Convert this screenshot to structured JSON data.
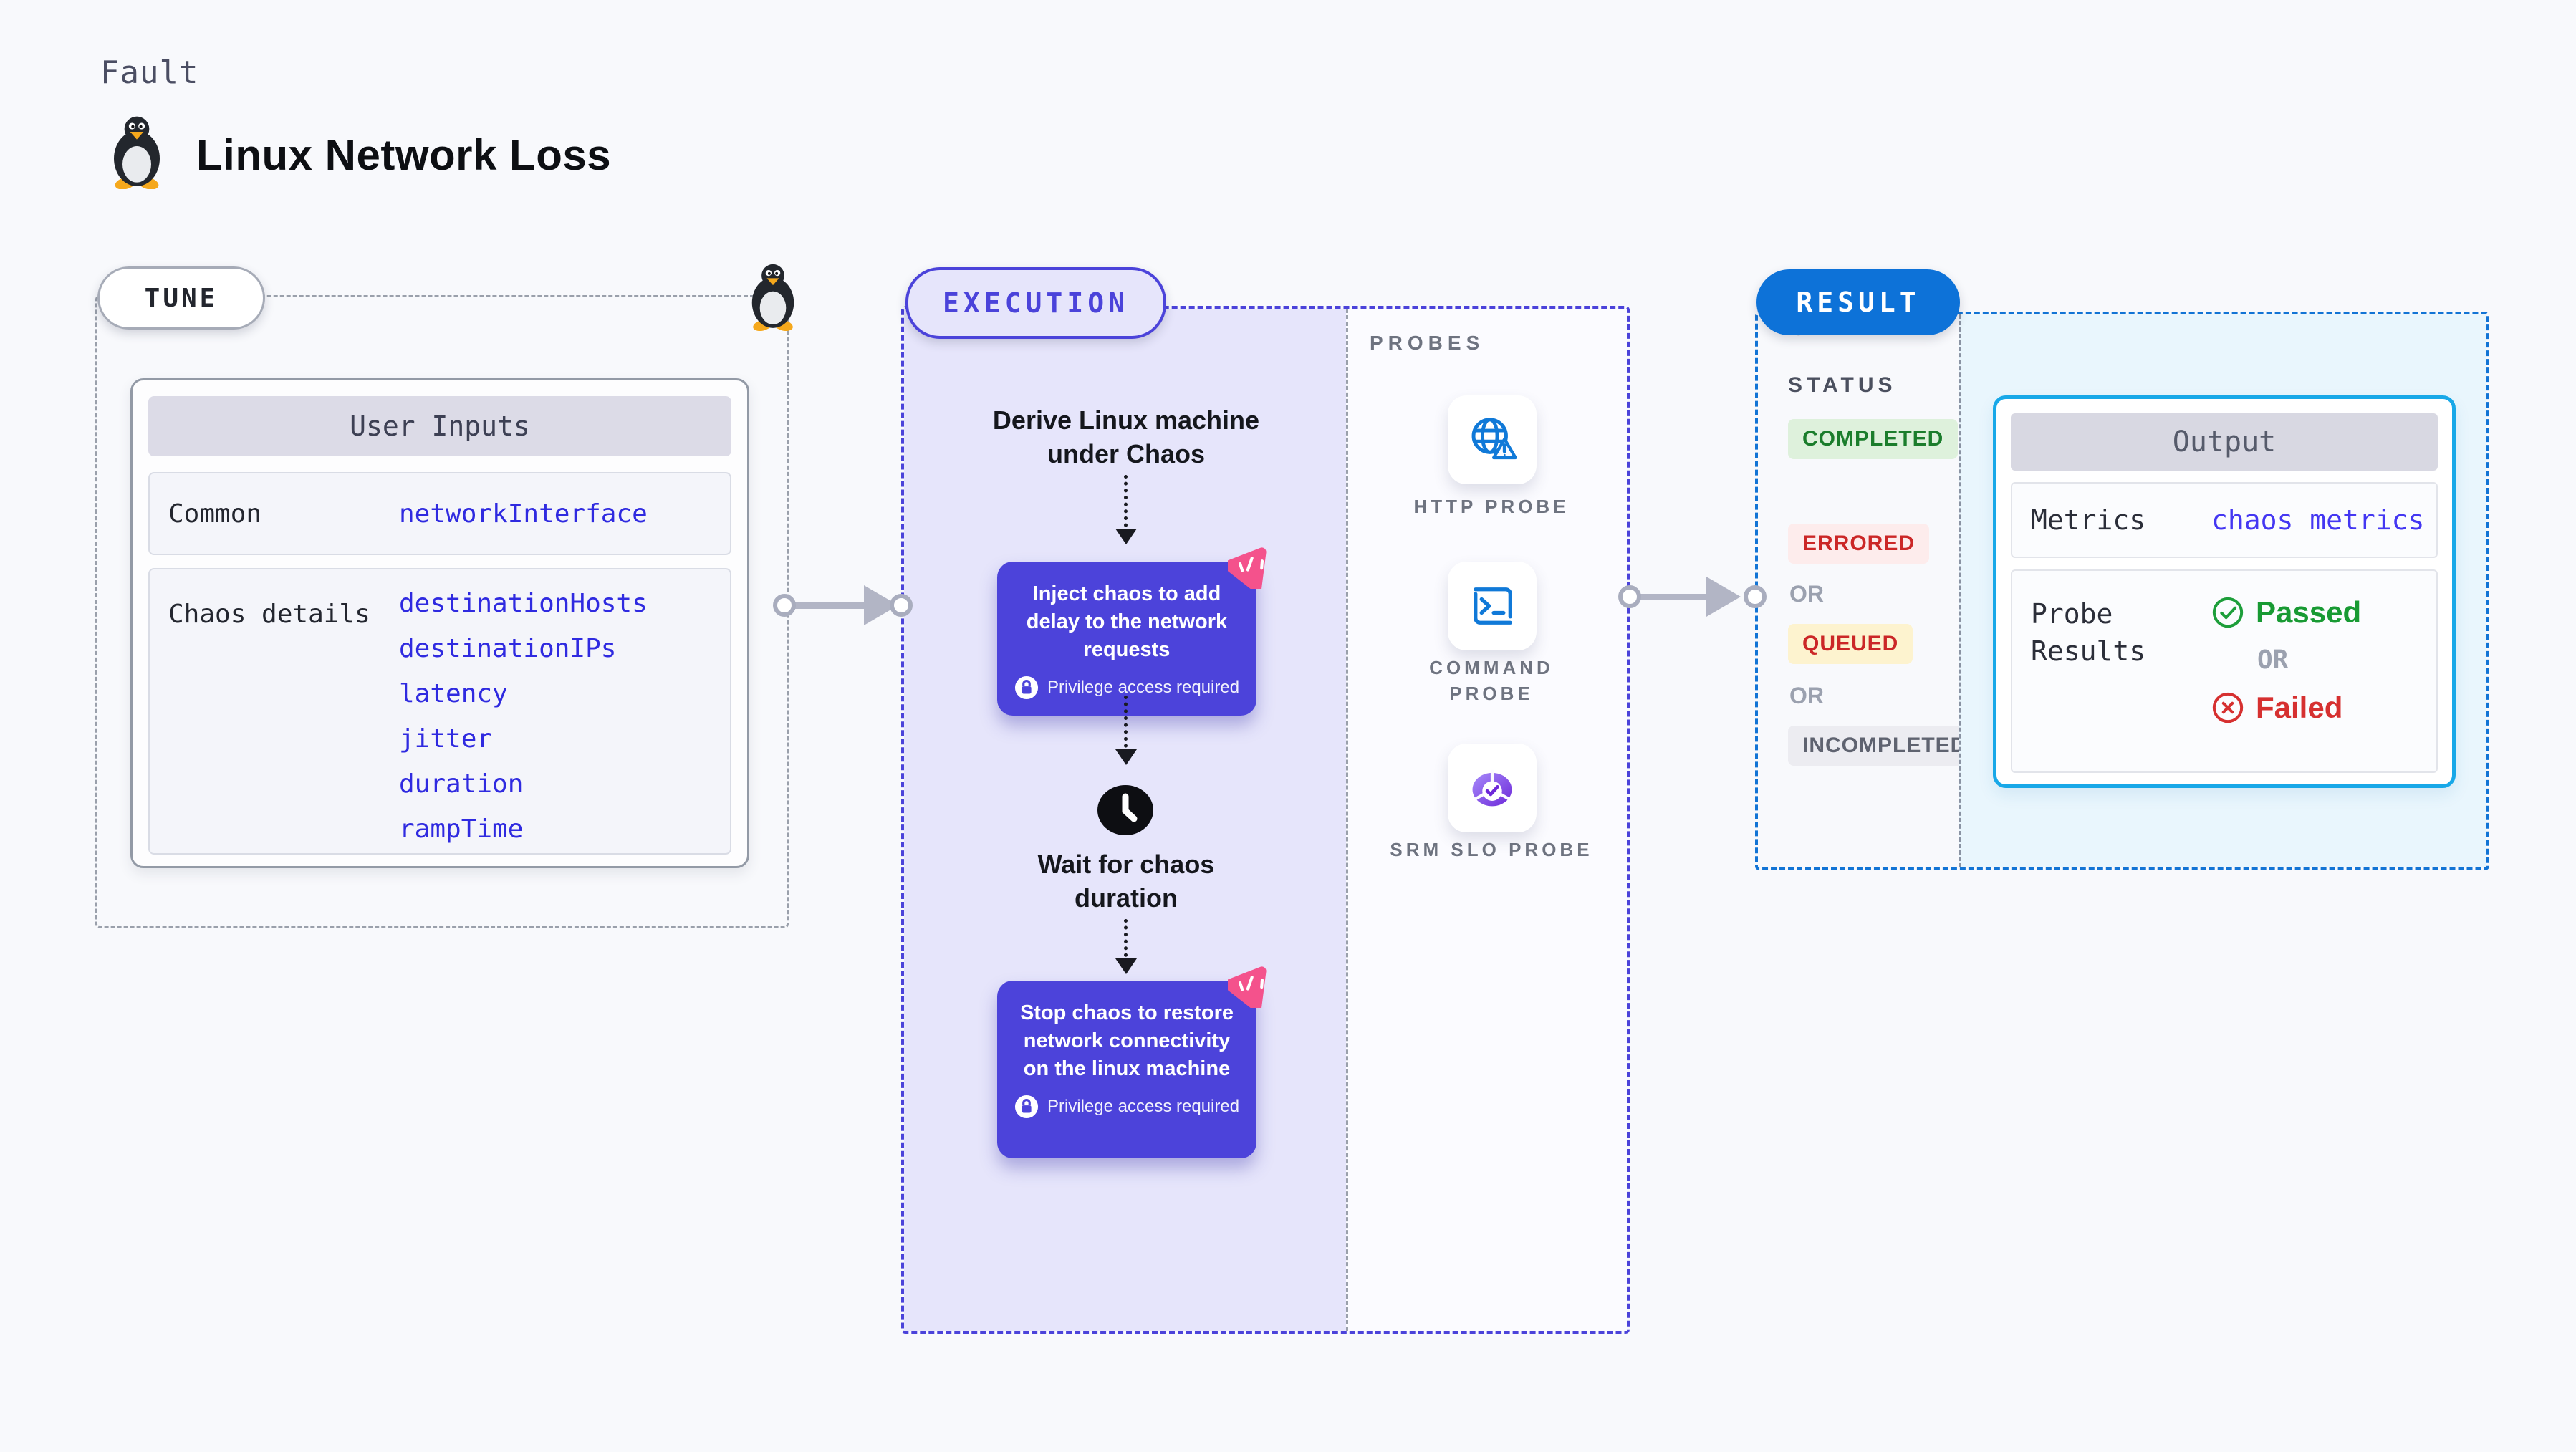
{
  "header": {
    "kicker": "Fault",
    "title": "Linux Network Loss"
  },
  "tune": {
    "pill": "TUNE",
    "user_inputs": {
      "header": "User Inputs",
      "rows": [
        {
          "label": "Common",
          "values": [
            "networkInterface"
          ]
        },
        {
          "label": "Chaos details",
          "values": [
            "destinationHosts",
            "destinationIPs",
            "latency",
            "jitter",
            "duration",
            "rampTime"
          ]
        }
      ]
    }
  },
  "execution": {
    "pill": "EXECUTION",
    "steps": {
      "derive": "Derive Linux machine under Chaos",
      "inject": "Inject chaos to add delay to the network requests",
      "wait": "Wait for chaos duration",
      "stop": "Stop chaos to restore network connectivity on the linux machine",
      "privilege": "Privilege access required"
    },
    "probes": {
      "title": "PROBES",
      "items": [
        {
          "label": "HTTP PROBE",
          "icon": "globe-warning-icon"
        },
        {
          "label": "COMMAND PROBE",
          "icon": "terminal-icon"
        },
        {
          "label": "SRM SLO PROBE",
          "icon": "slo-pie-check-icon"
        }
      ]
    }
  },
  "result": {
    "pill": "RESULT",
    "status": {
      "title": "STATUS",
      "or": "OR",
      "badges": [
        {
          "label": "COMPLETED"
        },
        {
          "label": "ERRORED"
        },
        {
          "label": "QUEUED"
        },
        {
          "label": "INCOMPLETED"
        }
      ]
    },
    "output": {
      "header": "Output",
      "metrics_label": "Metrics",
      "metrics_value": "chaos metrics",
      "probe_results_label": "Probe Results",
      "passed": "Passed",
      "or": "OR",
      "failed": "Failed"
    }
  },
  "colors": {
    "page_bg": "#f8f9fc",
    "indigo_accent": "#4b43da",
    "lavender_fill": "#e6e5fb",
    "node_fill": "#4c43da",
    "litmus_pink": "#f4528c",
    "param_blue": "#2f2ae0",
    "result_blue": "#0d72d8",
    "result_panel_blue": "#e9f6fd",
    "output_border": "#18a8e8",
    "probe_icon_blue": "#1079d8",
    "completed_green": "#1b7d2c",
    "errored_red": "#cb2727",
    "passed_green": "#189a33",
    "failed_red": "#d63030"
  }
}
